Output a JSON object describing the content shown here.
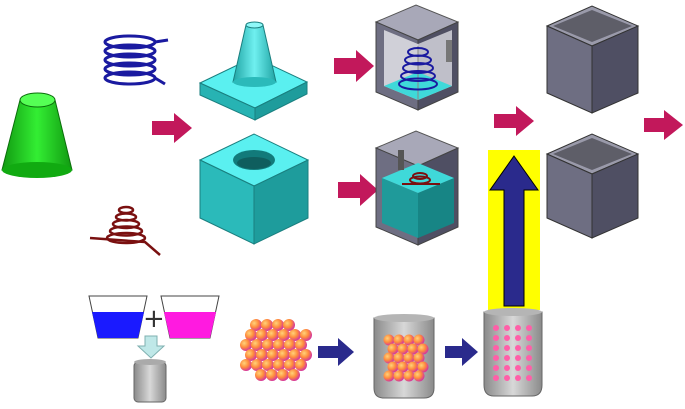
{
  "diagram": {
    "plus_sign": "+",
    "colors": {
      "frustum": "#22cc22",
      "mold": "#33dddd",
      "blue_coil": "#1a1aa0",
      "red_coil": "#7a1010",
      "cube_gray": "#6e6e82",
      "red_arrow": "#c2185b",
      "blue_arrow": "#2a2a8c",
      "highlight": "#ffff00",
      "blue_liquid": "#1a1aff",
      "magenta_liquid": "#ff1ae0",
      "sphere": "#ff8c3c"
    },
    "icons": [
      "green-frustum",
      "blue-coil",
      "red-coil",
      "cyan-cone-mold",
      "cyan-cube-mold",
      "gray-cube-container",
      "yellow-highlighted-up-arrow",
      "blue-beaker",
      "magenta-beaker",
      "pink-sphere-cluster",
      "canister"
    ]
  }
}
